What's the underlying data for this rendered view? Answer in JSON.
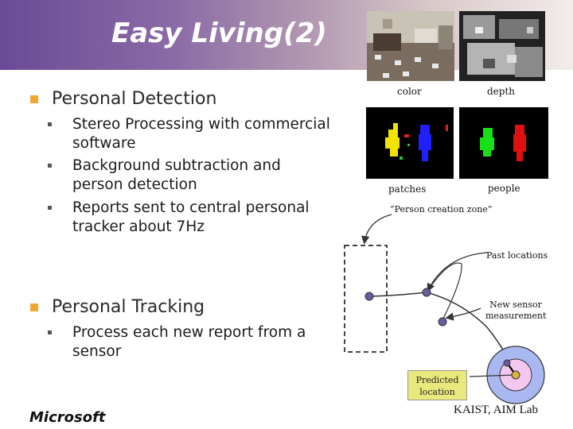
{
  "slide": {
    "title": "Easy Living(2)",
    "brand": "Microsoft",
    "lab": "KAIST, AIM Lab"
  },
  "sections": [
    {
      "heading": "Personal Detection",
      "items": [
        "Stereo Processing with commercial software",
        "Background subtraction and person detection",
        "Reports sent to central personal tracker about 7Hz"
      ]
    },
    {
      "heading": "Personal Tracking",
      "items": [
        "Process each new report from a sensor"
      ]
    }
  ],
  "figure": {
    "color_label": "color",
    "depth_label": "depth",
    "patches_label": "patches",
    "people_label": "people",
    "creation_zone_label": "“Person creation zone”",
    "past_locations_label": "Past locations",
    "new_sensor_label": "New sensor measurement",
    "predicted_label": "Predicted location"
  },
  "colors": {
    "bullet_main": "#f0a830",
    "track_point": "#6a5aa0",
    "predicted_box": "#e8e87c",
    "outer_circle": "#a9b8f0",
    "inner_circle": "#f3c8ee"
  }
}
